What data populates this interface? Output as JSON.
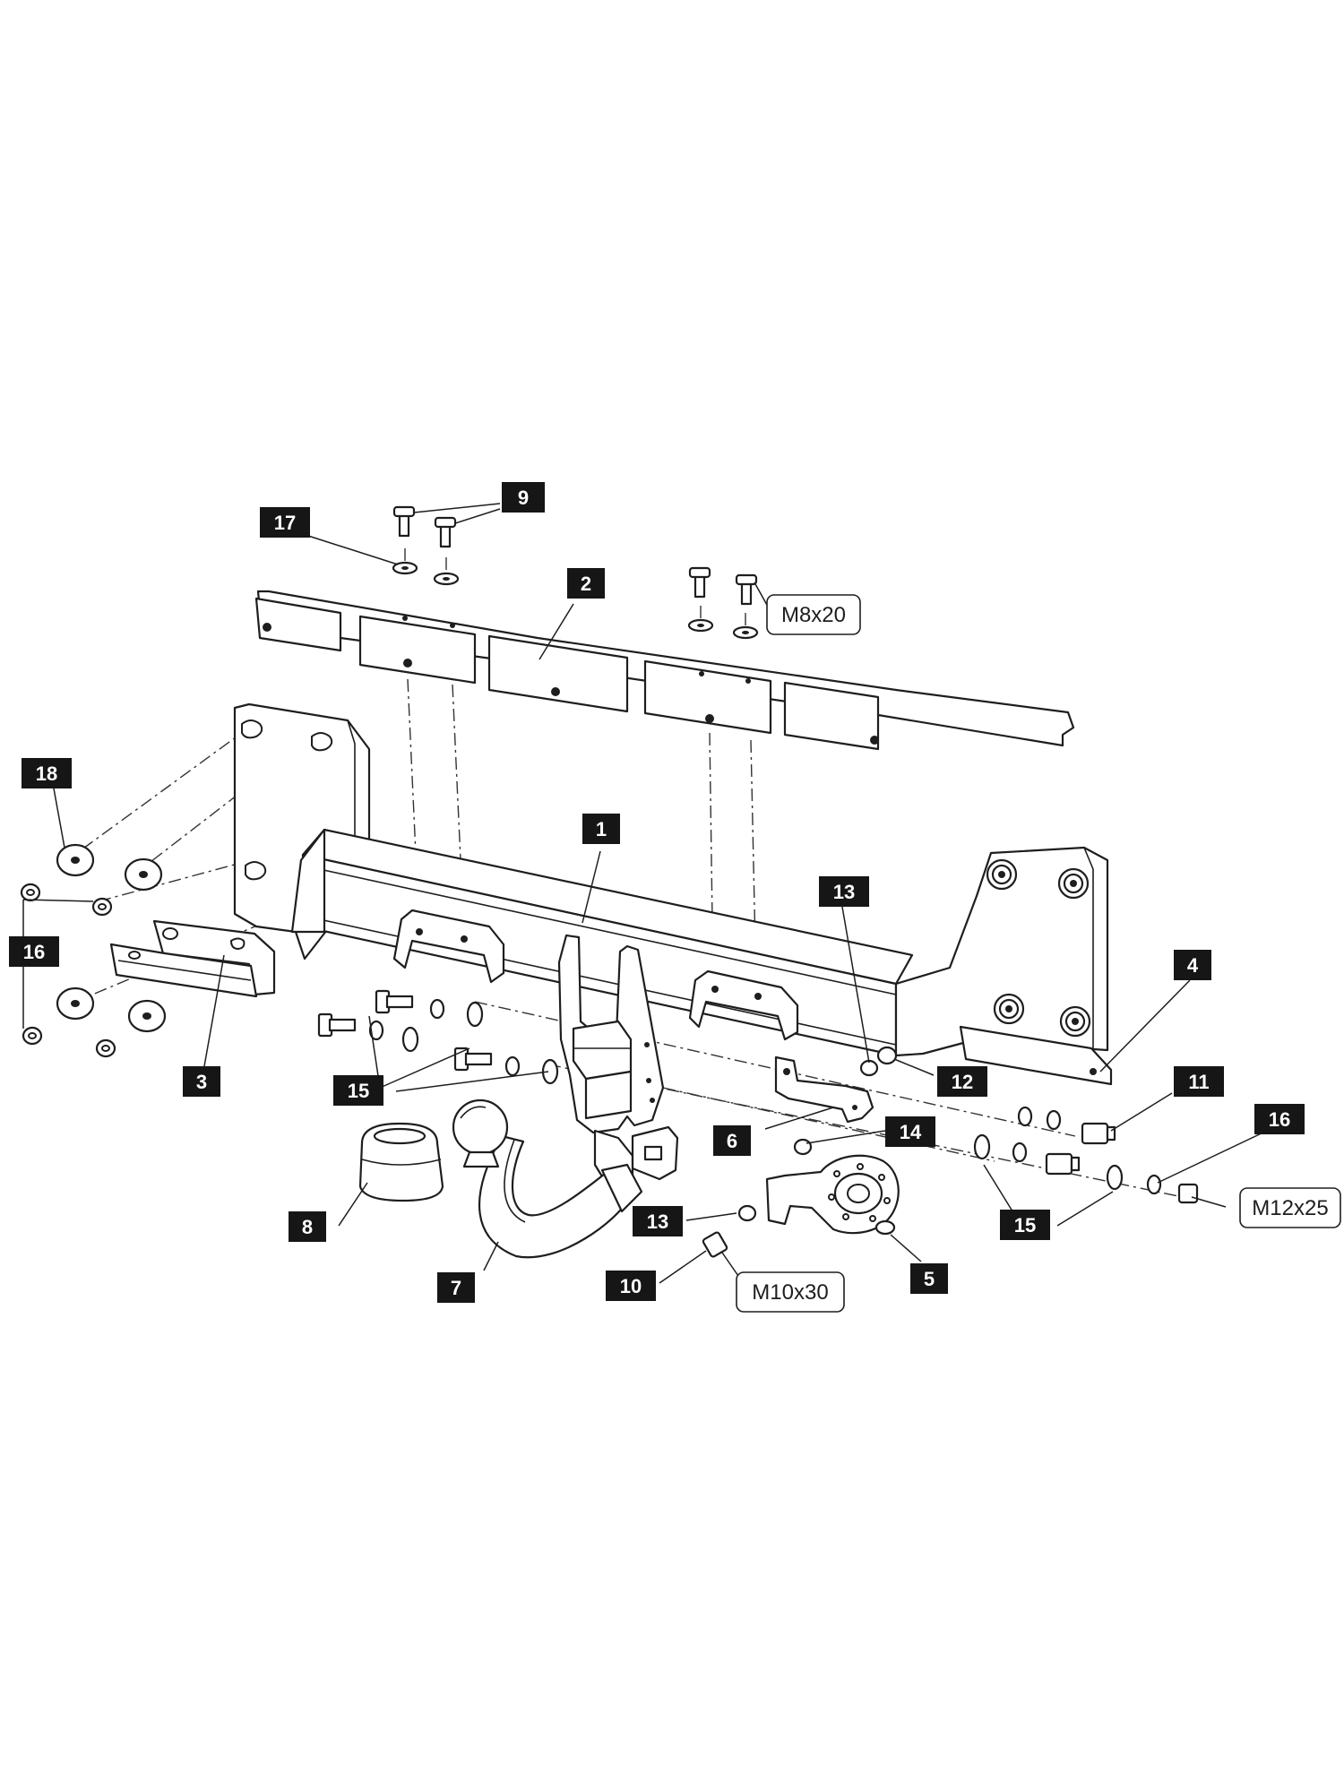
{
  "part_labels": [
    "1",
    "2",
    "3",
    "4",
    "5",
    "6",
    "7",
    "8",
    "9",
    "10",
    "11",
    "12",
    "13",
    "13",
    "14",
    "15",
    "15",
    "16",
    "16",
    "17",
    "18"
  ],
  "spec_labels": [
    "M8x20",
    "M10x30",
    "M12x25"
  ],
  "colors": {
    "ink": "#1e1e1e",
    "tag_fill": "#161616",
    "paper": "#ffffff"
  }
}
